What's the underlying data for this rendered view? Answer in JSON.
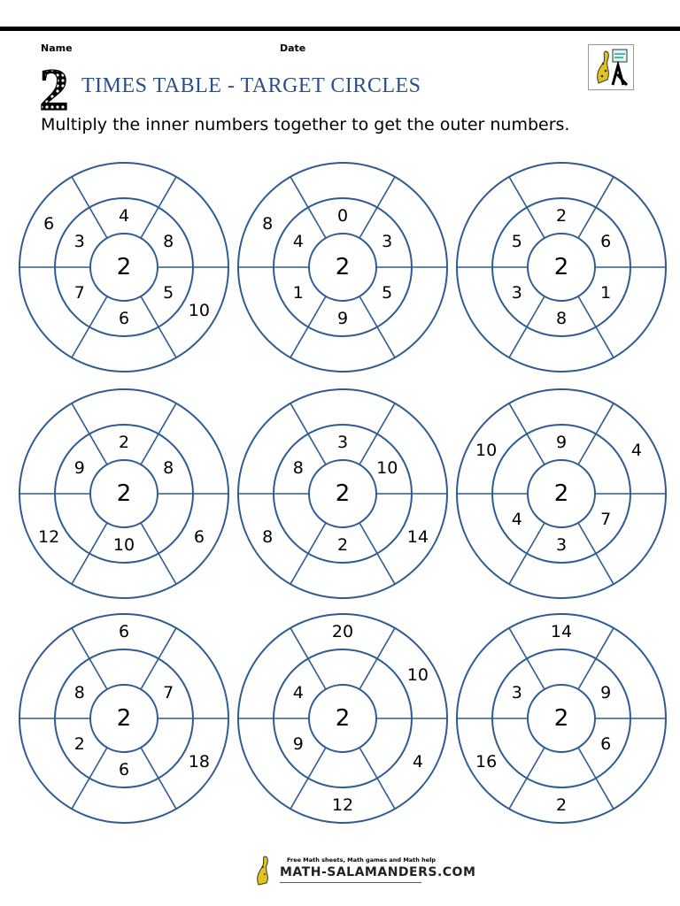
{
  "header": {
    "name_label": "Name",
    "date_label": "Date",
    "big_number": "2",
    "title": "TIMES TABLE - TARGET CIRCLES",
    "instruction": "Multiply the inner numbers together to get the outer numbers."
  },
  "footer": {
    "line1": "Free Math sheets, Math games and Math help",
    "line2": "MATH-SALAMANDERS.COM"
  },
  "colors": {
    "circle_stroke": "#2f5b93",
    "title": "#2a4f8a"
  },
  "circles": [
    {
      "center": "2",
      "inner": [
        "4",
        "8",
        "5",
        "6",
        "7",
        "3"
      ],
      "outer": [
        "",
        "",
        "10",
        "",
        "",
        "6"
      ]
    },
    {
      "center": "2",
      "inner": [
        "0",
        "3",
        "5",
        "9",
        "1",
        "4"
      ],
      "outer": [
        "",
        "",
        "",
        "",
        "",
        "8"
      ]
    },
    {
      "center": "2",
      "inner": [
        "2",
        "6",
        "1",
        "8",
        "3",
        "5"
      ],
      "outer": [
        "",
        "",
        "",
        "",
        "",
        ""
      ]
    },
    {
      "center": "2",
      "inner": [
        "2",
        "8",
        "",
        "10",
        "",
        "9"
      ],
      "outer": [
        "",
        "",
        "6",
        "",
        "12",
        ""
      ]
    },
    {
      "center": "2",
      "inner": [
        "3",
        "10",
        "",
        "2",
        "",
        "8"
      ],
      "outer": [
        "",
        "",
        "14",
        "",
        "8",
        ""
      ]
    },
    {
      "center": "2",
      "inner": [
        "9",
        "",
        "7",
        "3",
        "4",
        ""
      ],
      "outer": [
        "",
        "4",
        "",
        "",
        "",
        "10"
      ]
    },
    {
      "center": "2",
      "inner": [
        "",
        "7",
        "",
        "6",
        "2",
        "8"
      ],
      "outer": [
        "6",
        "",
        "18",
        "",
        "",
        ""
      ]
    },
    {
      "center": "2",
      "inner": [
        "",
        "",
        "",
        "",
        "9",
        "4"
      ],
      "outer": [
        "20",
        "10",
        "4",
        "12",
        "",
        ""
      ]
    },
    {
      "center": "2",
      "inner": [
        "",
        "9",
        "6",
        "",
        "",
        "3"
      ],
      "outer": [
        "14",
        "",
        "",
        "2",
        "16",
        ""
      ]
    }
  ]
}
